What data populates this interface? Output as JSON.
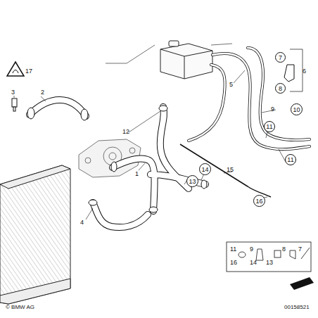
{
  "diagram": {
    "nodes": [
      {
        "text": [
          "7"
        ]
      },
      {
        "text": [
          "8"
        ]
      },
      {
        "text": [
          "10"
        ]
      },
      {
        "text": [
          "11"
        ]
      },
      {
        "text": [
          "11"
        ]
      },
      {
        "text": [
          "14"
        ]
      },
      {
        "text": [
          "13"
        ]
      },
      {
        "text": [
          "16"
        ]
      }
    ],
    "labels": [
      "17",
      "3",
      "2",
      "12",
      "1",
      "4",
      "5",
      "6",
      "9",
      "15",
      "11",
      "16",
      "9",
      "14",
      "13",
      "8",
      "7",
      "© BMW AG",
      "00158521"
    ]
  }
}
